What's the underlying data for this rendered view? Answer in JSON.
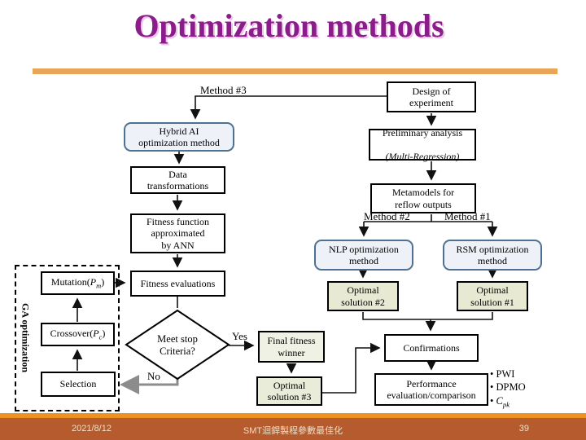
{
  "slide": {
    "title": "Optimization methods",
    "footer": {
      "date": "2021/8/12",
      "course": "SMT迴銲製程參數最佳化",
      "page": "39"
    }
  },
  "labels": {
    "method1": "Method #1",
    "method2": "Method #2",
    "method3": "Method #3",
    "yes": "Yes",
    "no": "No",
    "ga": "GA optimization"
  },
  "boxes": {
    "design": "Design of\nexperiment",
    "preliminary_line1": "Preliminary analysis",
    "preliminary_line2": "(Multi-Regression)",
    "metamodels": "Metamodels for\nreflow outputs",
    "hybrid": "Hybrid AI\noptimization method",
    "data_transform": "Data\ntransformations",
    "fitness_fn": "Fitness function\napproximated\nby ANN",
    "fitness_eval": "Fitness evaluations",
    "nlp": "NLP optimization\nmethod",
    "rsm": "RSM optimization\nmethod",
    "opt2": "Optimal\nsolution #2",
    "opt1": "Optimal\nsolution #1",
    "opt3": "Optimal\nsolution #3",
    "diamond": "Meet stop\nCriteria?",
    "final_winner": "Final fitness\nwinner",
    "confirmations": "Confirmations",
    "performance": "Performance\nevaluation/comparison",
    "mutation_pre": "Mutation(",
    "mutation_var": "P",
    "mutation_sub": "m",
    "mutation_post": ")",
    "crossover_pre": "Crossover(",
    "crossover_var": "P",
    "crossover_sub": "c",
    "crossover_post": ")",
    "selection": "Selection"
  },
  "bullets": {
    "marker": "•",
    "b1": "PWI",
    "b2": "DPMO",
    "b3_var": "C",
    "b3_sub": "pk"
  },
  "colors": {
    "title": "#8b1d8b",
    "title_shadow": "#eec3e8",
    "rule": "#e9a659",
    "footer_strip": "#ee9222",
    "footer_bar": "#b65b2d",
    "rounded_fill": "#eef2f8",
    "rounded_border": "#4e7192",
    "optimal_fill": "#e8e9d3",
    "winner_fill": "#eff1e4"
  }
}
